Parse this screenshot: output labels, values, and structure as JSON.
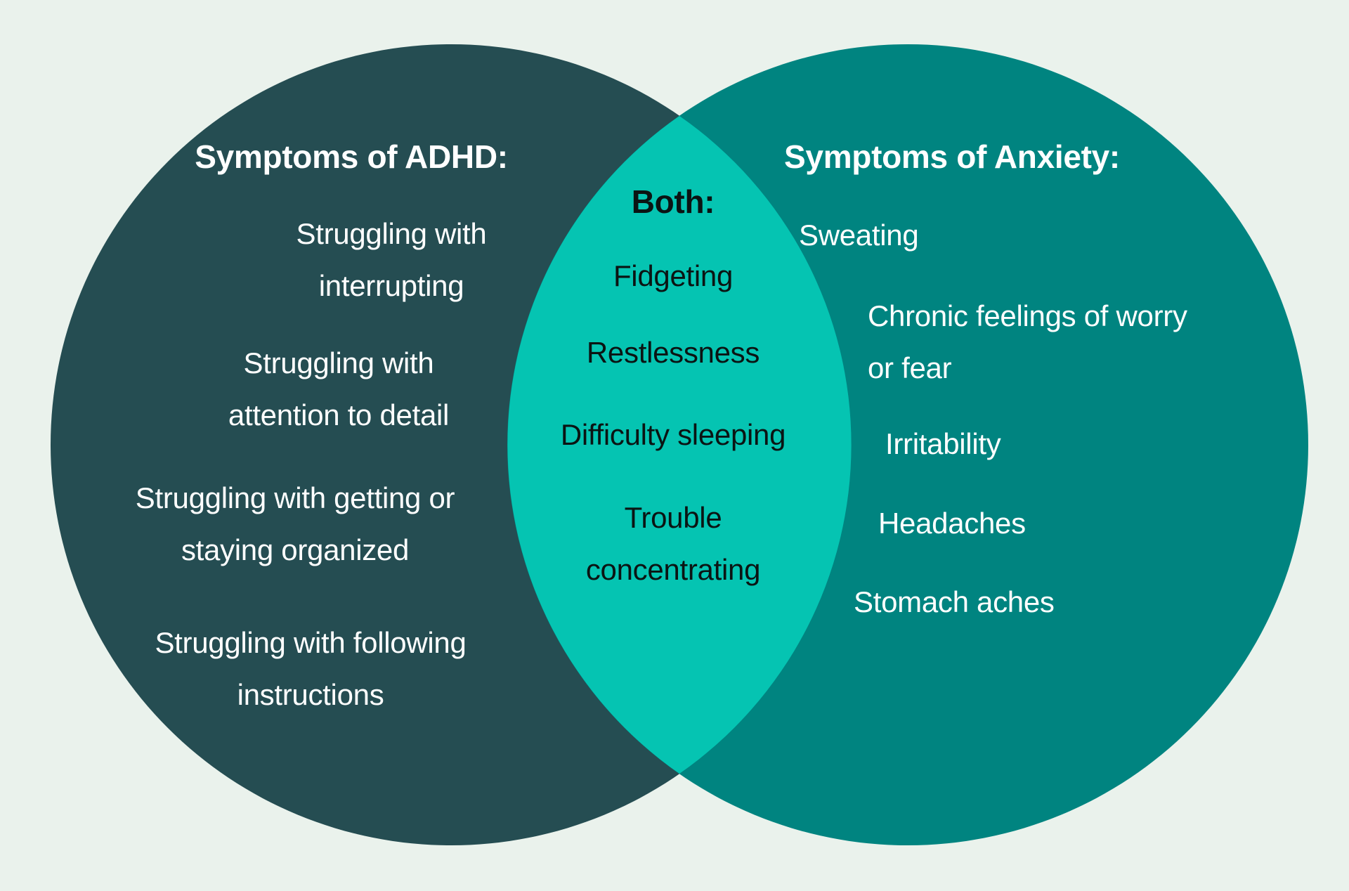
{
  "diagram": {
    "type": "venn",
    "left": {
      "title": "Symptoms of ADHD:",
      "items": [
        "Struggling with interrupting",
        "Struggling with attention to detail",
        "Struggling with getting or staying organized",
        "Struggling with following instructions"
      ]
    },
    "middle": {
      "title": "Both:",
      "items": [
        "Fidgeting",
        "Restlessness",
        "Difficulty sleeping",
        "Trouble concentrating"
      ]
    },
    "right": {
      "title": "Symptoms of Anxiety:",
      "items": [
        "Sweating",
        "Chronic feelings of worry or fear",
        "Irritability",
        "Headaches",
        "Stomach aches"
      ]
    }
  },
  "colors": {
    "background": "#eaf2ec",
    "left_circle": "#254d52",
    "right_circle": "#008480",
    "intersection": "#05c4b2",
    "text_light": "#ffffff",
    "text_dark": "#0b1413"
  }
}
